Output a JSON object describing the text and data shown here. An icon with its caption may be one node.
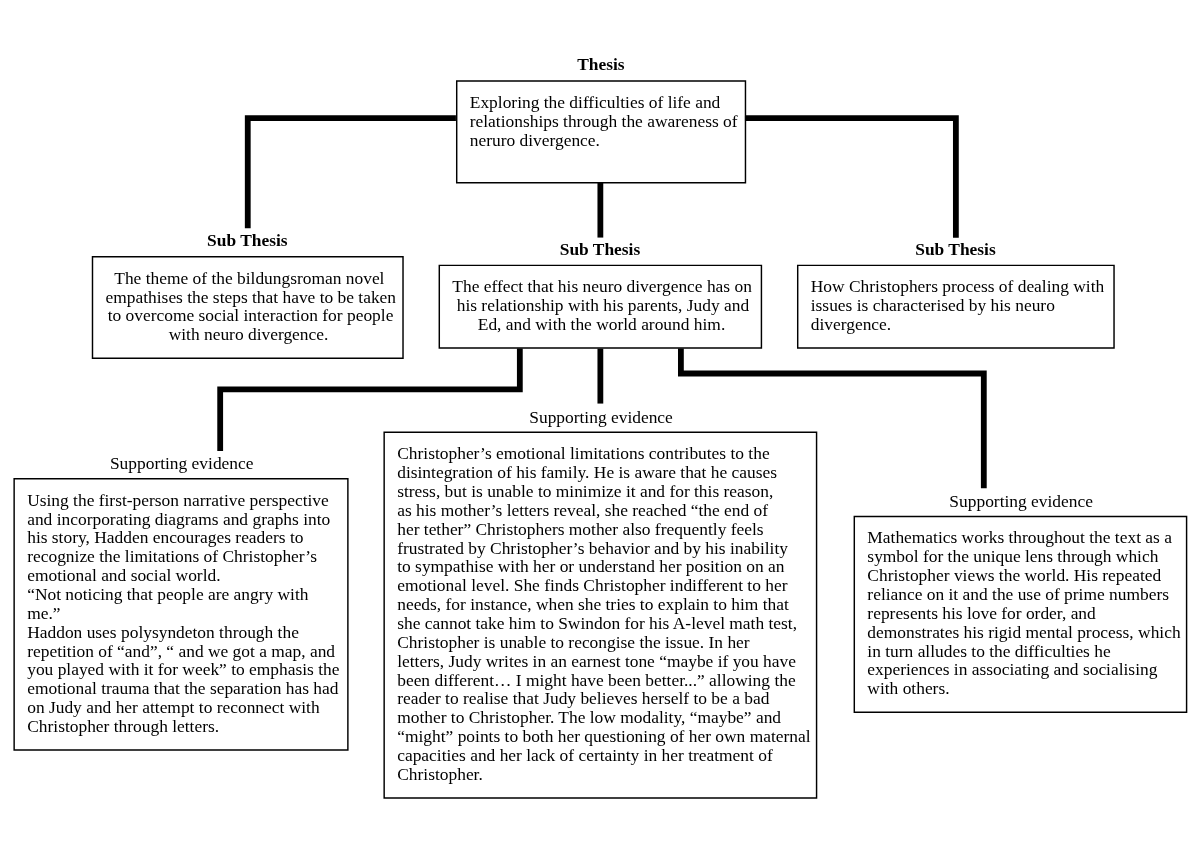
{
  "diagram": {
    "nodes": [
      {
        "text": [
          "Thesis",
          "Exploring the difficulties of life and relationships through the awareness of neruro divergence."
        ]
      },
      {
        "text": [
          "Sub Thesis",
          "The theme of the bildungsroman novel empathises the steps that have to be taken to overcome social interaction for people with neuro divergence."
        ]
      },
      {
        "text": [
          "Sub Thesis",
          "The effect that his neuro divergence has on his relationship with his parents, Judy and Ed, and with the world around him."
        ]
      },
      {
        "text": [
          "Sub Thesis",
          "How Christophers process of dealing with issues is characterised by his neuro divergence."
        ]
      },
      {
        "text": [
          "Supporting evidence",
          "Using the first-person narrative perspective and incorporating diagrams and graphs into his story, Hadden encourages readers to recognize the limitations of Christopher’s emotional and social world.",
          "“Not noticing that people are angry with me.”",
          "Haddon uses polysyndeton through the repetition of “and”, “ and we got a map, and you played with it for week” to emphasis the emotional trauma that the separation has had on Judy and her attempt to reconnect with Christopher through letters."
        ]
      },
      {
        "text": [
          "Supporting evidence",
          "Christopher’s emotional limitations contributes to the disintegration of his family. He is aware that he causes stress, but is unable to minimize it and for this reason, as his mother’s letters reveal, she reached “the end of her tether” Christophers mother also frequently feels frustrated by Christopher’s behavior and by his inability to sympathise with her or understand her position on an emotional level. She finds Christopher indifferent to her needs, for instance, when she tries to explain to him that she cannot take him to Swindon for his A-level math test, Christopher is unable to recongise the issue. In her letters, Judy writes in an earnest tone “maybe if you have been different… I might have been better...” allowing the reader to realise that Judy believes herself to be a bad mother to Christopher. The low modality, “maybe” and “might” points to both her questioning of her own maternal capacities and her lack of certainty in her treatment of Christopher."
        ]
      },
      {
        "text": [
          "Supporting evidence",
          "Mathematics works throughout the text as a symbol for the unique lens through which Christopher views the world. His repeated reliance on it and the use of prime numbers represents his love for order, and demonstrates his rigid mental process, which in turn alludes to the difficulties he experiences in associating and socialising with others."
        ]
      }
    ],
    "edges": [
      {
        "from": 0,
        "to": 1,
        "arrow": "none"
      },
      {
        "from": 0,
        "to": 2,
        "arrow": "none"
      },
      {
        "from": 0,
        "to": 3,
        "arrow": "none"
      },
      {
        "from": 2,
        "to": 4,
        "arrow": "none"
      },
      {
        "from": 2,
        "to": 5,
        "arrow": "none"
      },
      {
        "from": 2,
        "to": 6,
        "arrow": "none"
      }
    ]
  }
}
